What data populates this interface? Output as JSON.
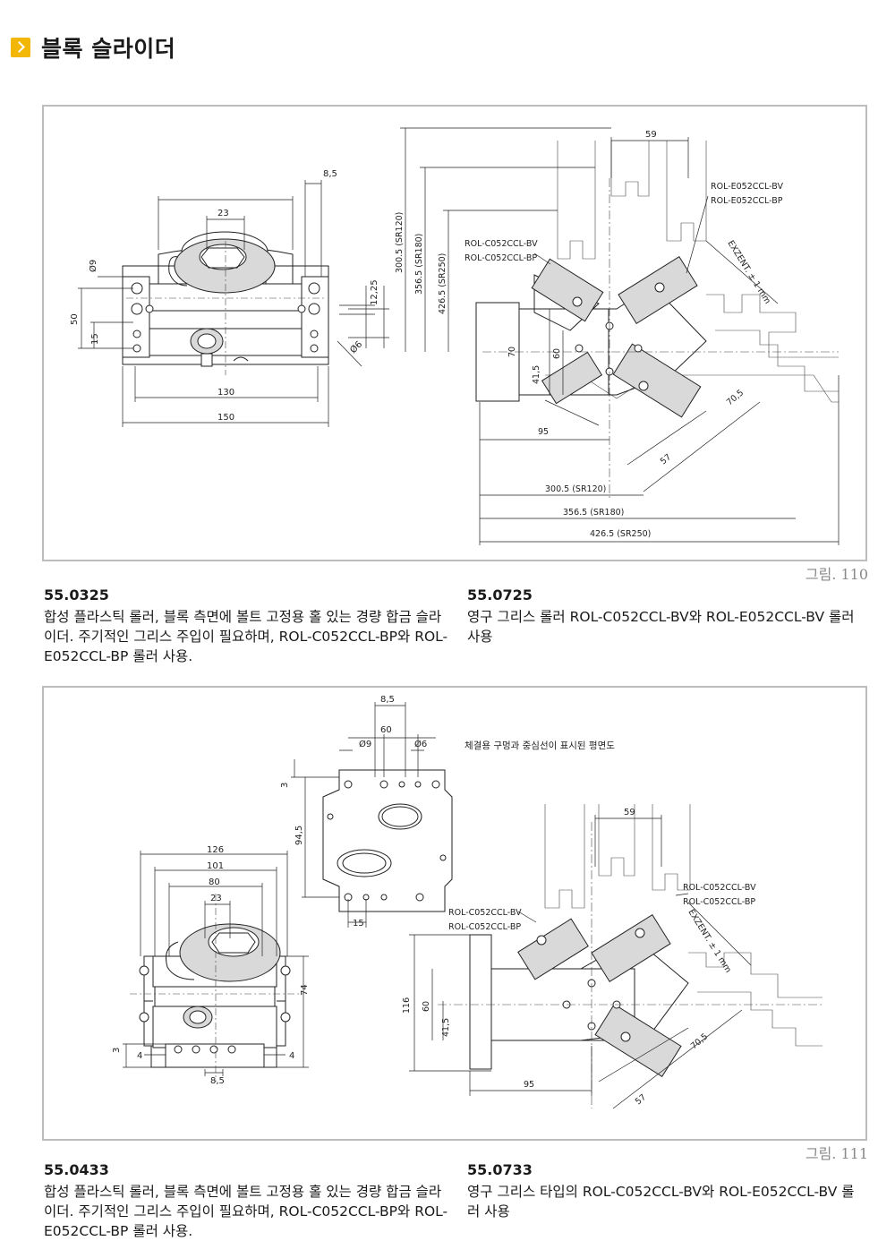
{
  "header": {
    "title": "블록 슬라이더"
  },
  "figures": [
    {
      "label": "그림. 110",
      "left_dims": {
        "d8_5": "8,5",
        "d23": "23",
        "d9": "Ø9",
        "d12_25": "12,25",
        "d6": "Ø6",
        "d50": "50",
        "d15": "15",
        "d130": "130",
        "d150": "150"
      },
      "right_dims": {
        "d59": "59",
        "part_e1": "ROL-E052CCL-BV",
        "part_e2": "ROL-E052CCL-BP",
        "part_c1": "ROL-C052CCL-BV",
        "part_c2": "ROL-C052CCL-BP",
        "v300": "300.5 (SR120)",
        "v356": "356.5 (SR180)",
        "v426": "426.5 (SR250)",
        "exzent": "EXZENT. ± 1 mm",
        "d70": "70",
        "d60": "60",
        "d41_5": "41,5",
        "d95": "95",
        "d70_5": "70,5",
        "d57": "57",
        "h300": "300.5 (SR120)",
        "h356": "356.5 (SR180)",
        "h426": "426.5 (SR250)"
      }
    },
    {
      "label": "그림. 111",
      "top_dims": {
        "d8_5": "8,5",
        "d60": "60",
        "d9": "Ø9",
        "d6": "Ø6",
        "d3": "3",
        "d94_5": "94,5",
        "d15": "15"
      },
      "caption": "체결용 구멍과 중심선이 표시된 평면도",
      "left_dims": {
        "d126": "126",
        "d101": "101",
        "d80": "80",
        "d23": "23",
        "d74": "74",
        "d3": "3",
        "d4a": "4",
        "d4b": "4",
        "d8_5": "8,5"
      },
      "right_dims": {
        "d59": "59",
        "part_r1": "ROL-C052CCL-BV",
        "part_r2": "ROL-C052CCL-BP",
        "part_l1": "ROL-C052CCL-BV",
        "part_l2": "ROL-C052CCL-BP",
        "exzent": "EXZENT. ± 1 mm",
        "d116": "116",
        "d60": "60",
        "d41_5": "41,5",
        "d95": "95",
        "d70_5": "70,5",
        "d57": "57"
      }
    }
  ],
  "descriptions": [
    {
      "code": "55.0325",
      "text": "합성 플라스틱 롤러, 블록 측면에 볼트 고정용 홀 있는 경량 합금 슬라이더. 주기적인 그리스 주입이 필요하며, ROL-C052CCL-BP와 ROL-E052CCL-BP 롤러 사용."
    },
    {
      "code": "55.0725",
      "text": "영구 그리스 롤러 ROL-C052CCL-BV와 ROL-E052CCL-BV 롤러 사용"
    },
    {
      "code": "55.0433",
      "text": "합성 플라스틱 롤러, 블록 측면에 볼트 고정용 홀 있는 경량 합금 슬라이더. 주기적인 그리스 주입이 필요하며, ROL-C052CCL-BP와 ROL-E052CCL-BP 롤러 사용."
    },
    {
      "code": "55.0733",
      "text": "영구 그리스 타입의 ROL-C052CCL-BV와 ROL-E052CCL-BV 롤러 사용"
    }
  ]
}
